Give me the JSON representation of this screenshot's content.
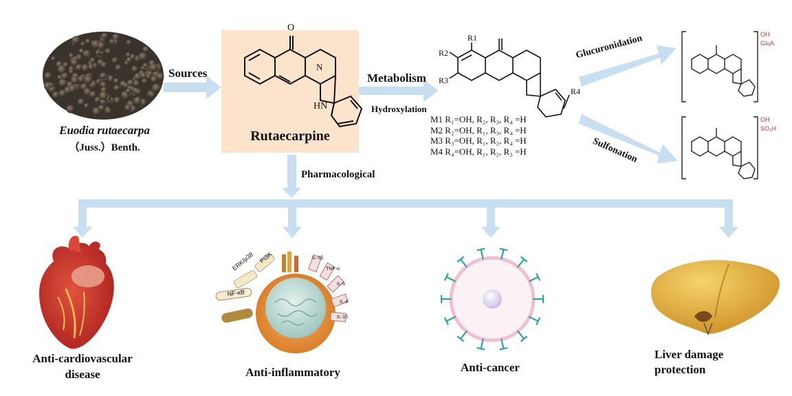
{
  "source": {
    "species": "Euodia rutaecarpa",
    "authority": "（Juss.）Benth."
  },
  "compound": {
    "name": "Rutaecarpine",
    "o_label": "O",
    "n_label": "N",
    "nh_label": "HN"
  },
  "arrows": {
    "sources": "Sources",
    "metabolism": "Metabolism",
    "hydroxylation": "Hydroxylation",
    "glucuronidation": "Glucuronidation",
    "sulfonation": "Sulfonation",
    "pharmacological": "Pharmacological"
  },
  "metabolite": {
    "r1": "R1",
    "r2": "R2",
    "r3": "R3",
    "r4": "R4",
    "list": [
      "M1 R₁=OH,  R₂, R₃, R₄ =H",
      "M2 R₂=OH,  R₁, R₃, R₄ =H",
      "M3 R₃=OH,  R₁, R₂, R₄ =H",
      "M4 R₄=OH,  R₁, R₂, R₃ =H"
    ]
  },
  "conjugates": {
    "gluc_oh": "OH",
    "gluc_group": "GluA",
    "sulf_oh": "OH",
    "sulf_group": "SO₃H"
  },
  "inflammation_labels": [
    "ERK/p38",
    "PI3K",
    "NF-κB",
    "IL-1β",
    "TNF-α",
    "IL-6",
    "IL-4",
    "IL-10"
  ],
  "effects": {
    "cardio_line1": "Anti-cardiovascular",
    "cardio_line2": "disease",
    "inflammatory": "Anti-inflammatory",
    "cancer": "Anti-cancer",
    "liver_line1": "Liver damage",
    "liver_line2": "protection"
  },
  "colors": {
    "arrow": "#c7dff0",
    "compound_box": "#fbe3cc",
    "substituent_red": "#c0392b",
    "heart": "#c8342e",
    "liver": "#d9a83a",
    "cell_orange": "#e58a2e",
    "cell_membrane": "#f2bfd2",
    "receptor_teal": "#2ea49a"
  }
}
